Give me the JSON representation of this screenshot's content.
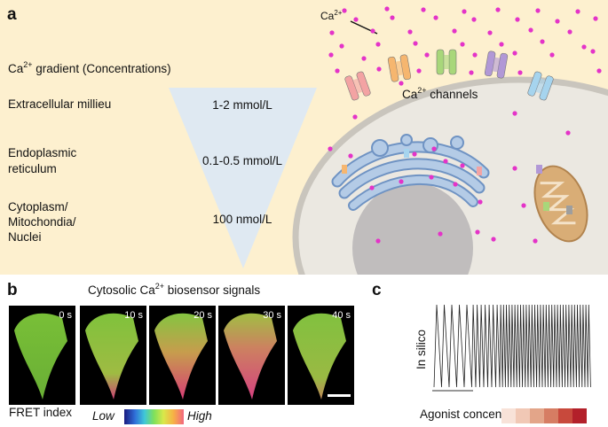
{
  "panel_a": {
    "letter": "a",
    "gradient_title_prefix": "Ca",
    "gradient_title_sup": "2+",
    "gradient_title_suffix": " gradient (Concentrations)",
    "rows": [
      {
        "compartment": "Extracellular millieu",
        "concentration": "1-2 mmol/L"
      },
      {
        "compartment_lines": [
          "Endoplasmic",
          "reticulum"
        ],
        "concentration": "0.1-0.5 mmol/L"
      },
      {
        "compartment_lines": [
          "Cytoplasm/",
          "Mitochondia/",
          "Nuclei"
        ],
        "concentration": "100 nmol/L"
      }
    ],
    "ion_label": "Ca",
    "ion_sup": "2+",
    "channels_prefix": "Ca",
    "channels_sup": "2+",
    "channels_suffix": " channels",
    "colors": {
      "background": "#fdf0cf",
      "triangle": "#dfe9f2",
      "cell_fill": "#ebe8e1",
      "cell_border": "#c9c5bd",
      "nucleus": "#c0bdbd",
      "er": "#a9c3de",
      "mitochondrion": "#d9ad76",
      "calcium": "#e433c8",
      "channels": [
        "#f3a3a3",
        "#f6b66f",
        "#a8d77a",
        "#b198d6",
        "#a6d4ee"
      ]
    }
  },
  "panel_b": {
    "letter": "b",
    "title_prefix": "Cytosolic Ca",
    "title_sup": "2+",
    "title_suffix": " biosensor signals",
    "timepoints": [
      "0 s",
      "10 s",
      "20 s",
      "30 s",
      "40 s"
    ],
    "fret_label": "FRET index",
    "scale_low": "Low",
    "scale_high": "High",
    "colormap": [
      "#1a1a80",
      "#2f6fd8",
      "#3fc7d8",
      "#7fe05a",
      "#d9e84a",
      "#f7b046",
      "#f2677f"
    ]
  },
  "panel_c": {
    "letter": "c",
    "ylabel": "In silico",
    "agonist_label": "Agonist concentration",
    "agonist_levels": [
      "#f8e2d8",
      "#f1c8b5",
      "#e3a589",
      "#d67d63",
      "#c8493c",
      "#b3202a"
    ]
  }
}
